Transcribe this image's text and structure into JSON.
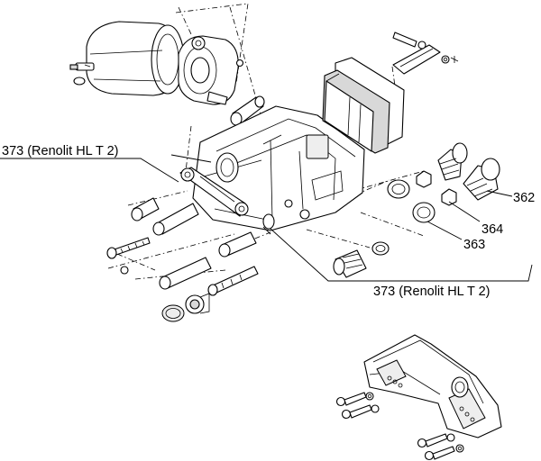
{
  "callouts": {
    "lubricant_upper": "373 (Renolit HL T 2)",
    "lubricant_lower": "373 (Renolit HL T 2)",
    "part_362": "362",
    "part_363": "363",
    "part_364": "364"
  }
}
